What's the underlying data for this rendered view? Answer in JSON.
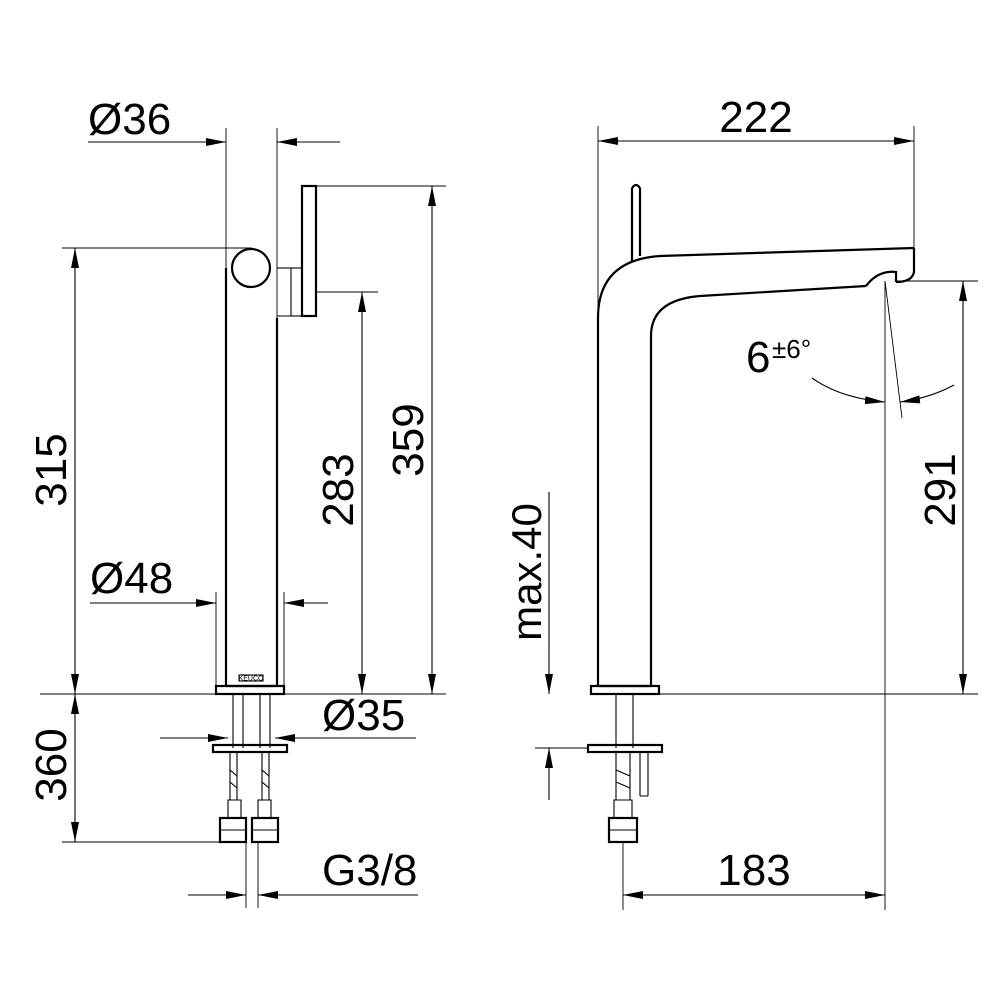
{
  "labels": {
    "d36": "Ø36",
    "d48": "Ø48",
    "d35": "Ø35",
    "g38": "G3/8",
    "h315": "315",
    "h283": "283",
    "h359": "359",
    "h360": "360",
    "w222": "222",
    "h291": "291",
    "max40": "max.40",
    "w183": "183",
    "angle_base": "6",
    "angle_tol": "±6°",
    "brand": "KEUCO"
  }
}
